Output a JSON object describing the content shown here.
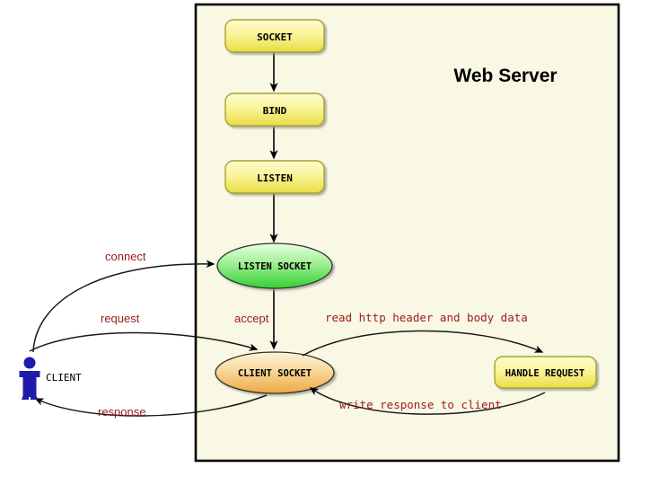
{
  "panel": {
    "title": "Web Server",
    "background": "#f8f8e4",
    "border": "#000000"
  },
  "colors": {
    "box_fill_top": "#fdfbc8",
    "box_fill_bottom": "#ecdf4e",
    "box_border": "#a8a032",
    "listen_socket_fill_top": "#e4ffe0",
    "listen_socket_fill_bottom": "#41d941",
    "client_socket_fill_top": "#fdf2d2",
    "client_socket_fill_bottom": "#eeac49",
    "label_red": "#9c1a1a",
    "client_blue": "#1c1ca8",
    "arrow_black": "#000000"
  },
  "nodes": [
    {
      "id": "socket",
      "label": "SOCKET",
      "shape": "rounded-box"
    },
    {
      "id": "bind",
      "label": "BIND",
      "shape": "rounded-box"
    },
    {
      "id": "listen",
      "label": "LISTEN",
      "shape": "rounded-box"
    },
    {
      "id": "listen-socket",
      "label": "LISTEN SOCKET",
      "shape": "ellipse"
    },
    {
      "id": "client-socket",
      "label": "CLIENT SOCKET",
      "shape": "ellipse"
    },
    {
      "id": "handle-request",
      "label": "HANDLE REQUEST",
      "shape": "rounded-box"
    }
  ],
  "actor": {
    "label": "CLIENT",
    "icon": "person-icon"
  },
  "edge_labels": {
    "connect": "connect",
    "request": "request",
    "response": "response",
    "accept": "accept",
    "read": "read http header and body data",
    "write": "write response to client"
  },
  "chart_data": {
    "type": "diagram",
    "title": "Web Server",
    "nodes": [
      "SOCKET",
      "BIND",
      "LISTEN",
      "LISTEN SOCKET",
      "CLIENT SOCKET",
      "HANDLE REQUEST",
      "CLIENT"
    ],
    "edges": [
      {
        "from": "SOCKET",
        "to": "BIND",
        "label": ""
      },
      {
        "from": "BIND",
        "to": "LISTEN",
        "label": ""
      },
      {
        "from": "LISTEN",
        "to": "LISTEN SOCKET",
        "label": ""
      },
      {
        "from": "CLIENT",
        "to": "LISTEN SOCKET",
        "label": "connect"
      },
      {
        "from": "LISTEN SOCKET",
        "to": "CLIENT SOCKET",
        "label": "accept"
      },
      {
        "from": "CLIENT",
        "to": "CLIENT SOCKET",
        "label": "request"
      },
      {
        "from": "CLIENT SOCKET",
        "to": "HANDLE REQUEST",
        "label": "read http header and body data"
      },
      {
        "from": "HANDLE REQUEST",
        "to": "CLIENT SOCKET",
        "label": "write response to client"
      },
      {
        "from": "CLIENT SOCKET",
        "to": "CLIENT",
        "label": "response"
      }
    ]
  }
}
